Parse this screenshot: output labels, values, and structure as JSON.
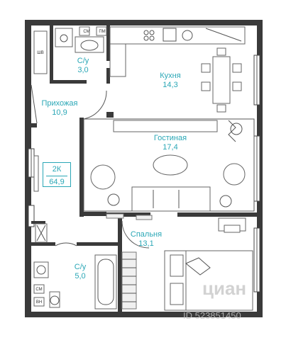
{
  "badge": {
    "rooms": "2К",
    "total_area": "64,9"
  },
  "rooms": [
    {
      "name": "С/у",
      "area": "3,0"
    },
    {
      "name": "Кухня",
      "area": "14,3"
    },
    {
      "name": "Прихожая",
      "area": "10,9"
    },
    {
      "name": "Гостиная",
      "area": "17,4"
    },
    {
      "name": "Спальня",
      "area": "13,1"
    },
    {
      "name": "С/у",
      "area": "5,0"
    }
  ],
  "appliance_tags": {
    "wm1": "СМ",
    "dw": "ПМ",
    "closet": "ШВ",
    "wm2": "СМ",
    "boiler": "ВН"
  },
  "watermark": {
    "brand": "циан",
    "id": "ID 523851450"
  },
  "colors": {
    "accent": "#2aa7b6",
    "wall": "#3a3a3a"
  }
}
